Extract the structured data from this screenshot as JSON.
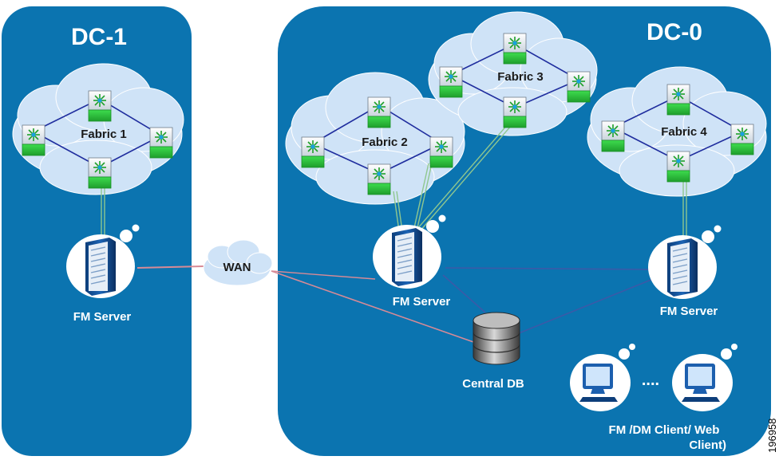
{
  "datacenters": {
    "dc1": {
      "title": "DC-1"
    },
    "dc0": {
      "title": "DC-0"
    }
  },
  "fabrics": {
    "fabric1": "Fabric 1",
    "fabric2": "Fabric 2",
    "fabric3": "Fabric 3",
    "fabric4": "Fabric 4"
  },
  "wan": {
    "label": "WAN"
  },
  "servers": {
    "dc1_server": "FM  Server",
    "dc0_server_left": "FM  Server",
    "dc0_server_right": "FM  Server"
  },
  "database": {
    "label": "Central DB"
  },
  "clients": {
    "ellipsis": "....",
    "label_line1": "FM /DM Client/ Web",
    "label_line2": "Client)"
  },
  "figure_id": "196958",
  "colors": {
    "dc_panel": "#0b74b0",
    "cloud": "#cfe3f7",
    "link_blue": "#1f2d9e",
    "wan_link": "#d78a96",
    "fabric_uplink": "#8fc78f",
    "switch_green": "#26c43a"
  },
  "icons": [
    "switch-icon",
    "server-icon",
    "database-icon",
    "monitor-icon",
    "cloud-icon"
  ]
}
